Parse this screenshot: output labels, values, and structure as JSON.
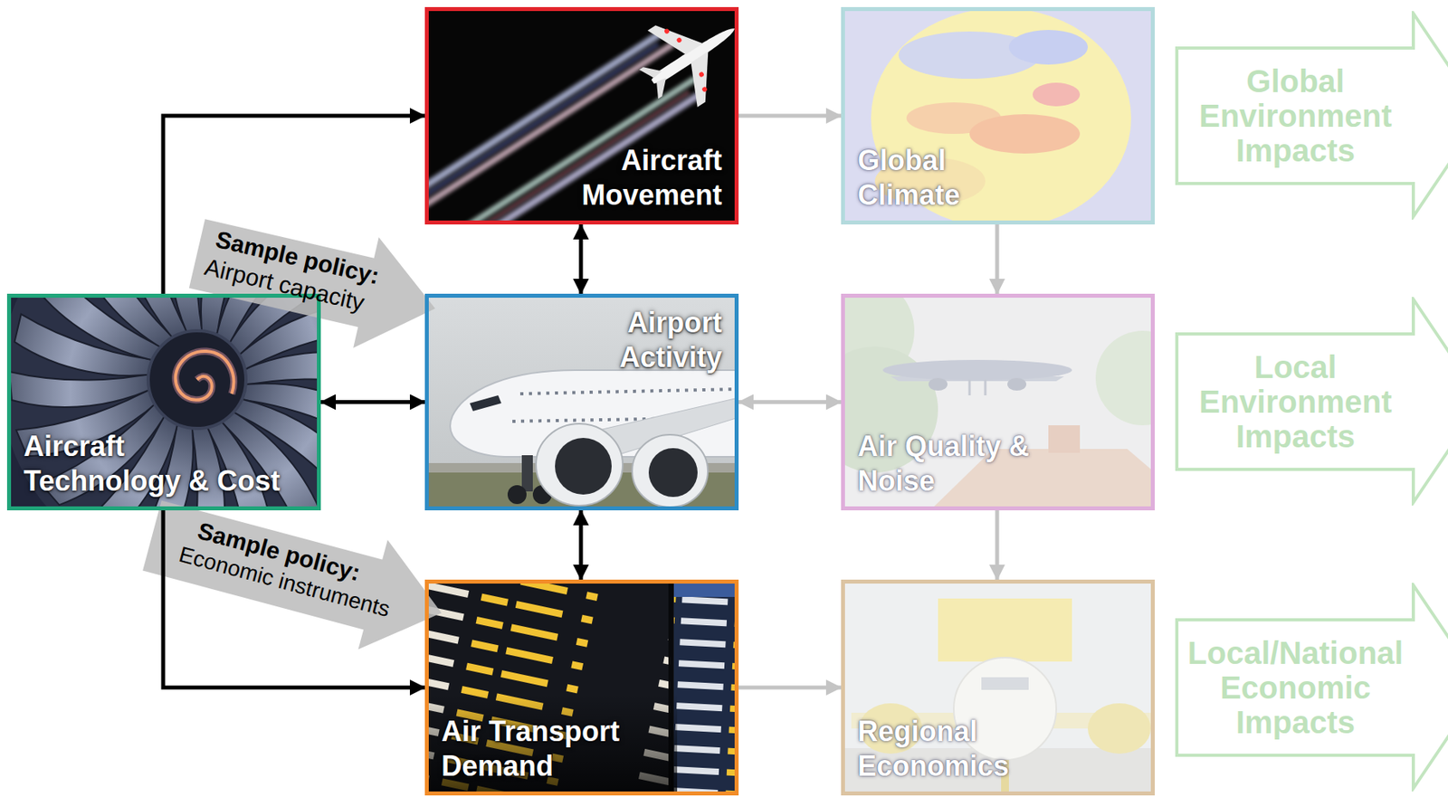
{
  "diagram": {
    "nodes": [
      {
        "text": [
          "Aircraft Technology & Cost"
        ]
      },
      {
        "text": [
          "Aircraft Movement"
        ]
      },
      {
        "text": [
          "Airport Activity"
        ]
      },
      {
        "text": [
          "Air Transport Demand"
        ]
      },
      {
        "text": [
          "Global Climate"
        ]
      },
      {
        "text": [
          "Air Quality & Noise"
        ]
      },
      {
        "text": [
          "Regional Economics"
        ]
      },
      {
        "text": [
          "Global Environment Impacts"
        ]
      },
      {
        "text": [
          "Local Environment Impacts"
        ]
      },
      {
        "text": [
          "Local/National Economic Impacts"
        ]
      }
    ],
    "edges": [
      {
        "from": 0,
        "to": 1,
        "arrow": "to"
      },
      {
        "from": 0,
        "to": 2,
        "arrow": "both"
      },
      {
        "from": 0,
        "to": 3,
        "arrow": "to"
      },
      {
        "from": 1,
        "to": 2,
        "arrow": "both"
      },
      {
        "from": 2,
        "to": 3,
        "arrow": "both"
      },
      {
        "from": 1,
        "to": 4,
        "arrow": "to"
      },
      {
        "from": 2,
        "to": 5,
        "arrow": "both"
      },
      {
        "from": 3,
        "to": 6,
        "arrow": "to"
      },
      {
        "from": 4,
        "to": 5,
        "arrow": "to"
      },
      {
        "from": 5,
        "to": 6,
        "arrow": "to"
      }
    ],
    "labels": [
      "Sample policy:",
      "Airport capacity",
      "Sample policy:",
      "Economic instruments"
    ]
  }
}
